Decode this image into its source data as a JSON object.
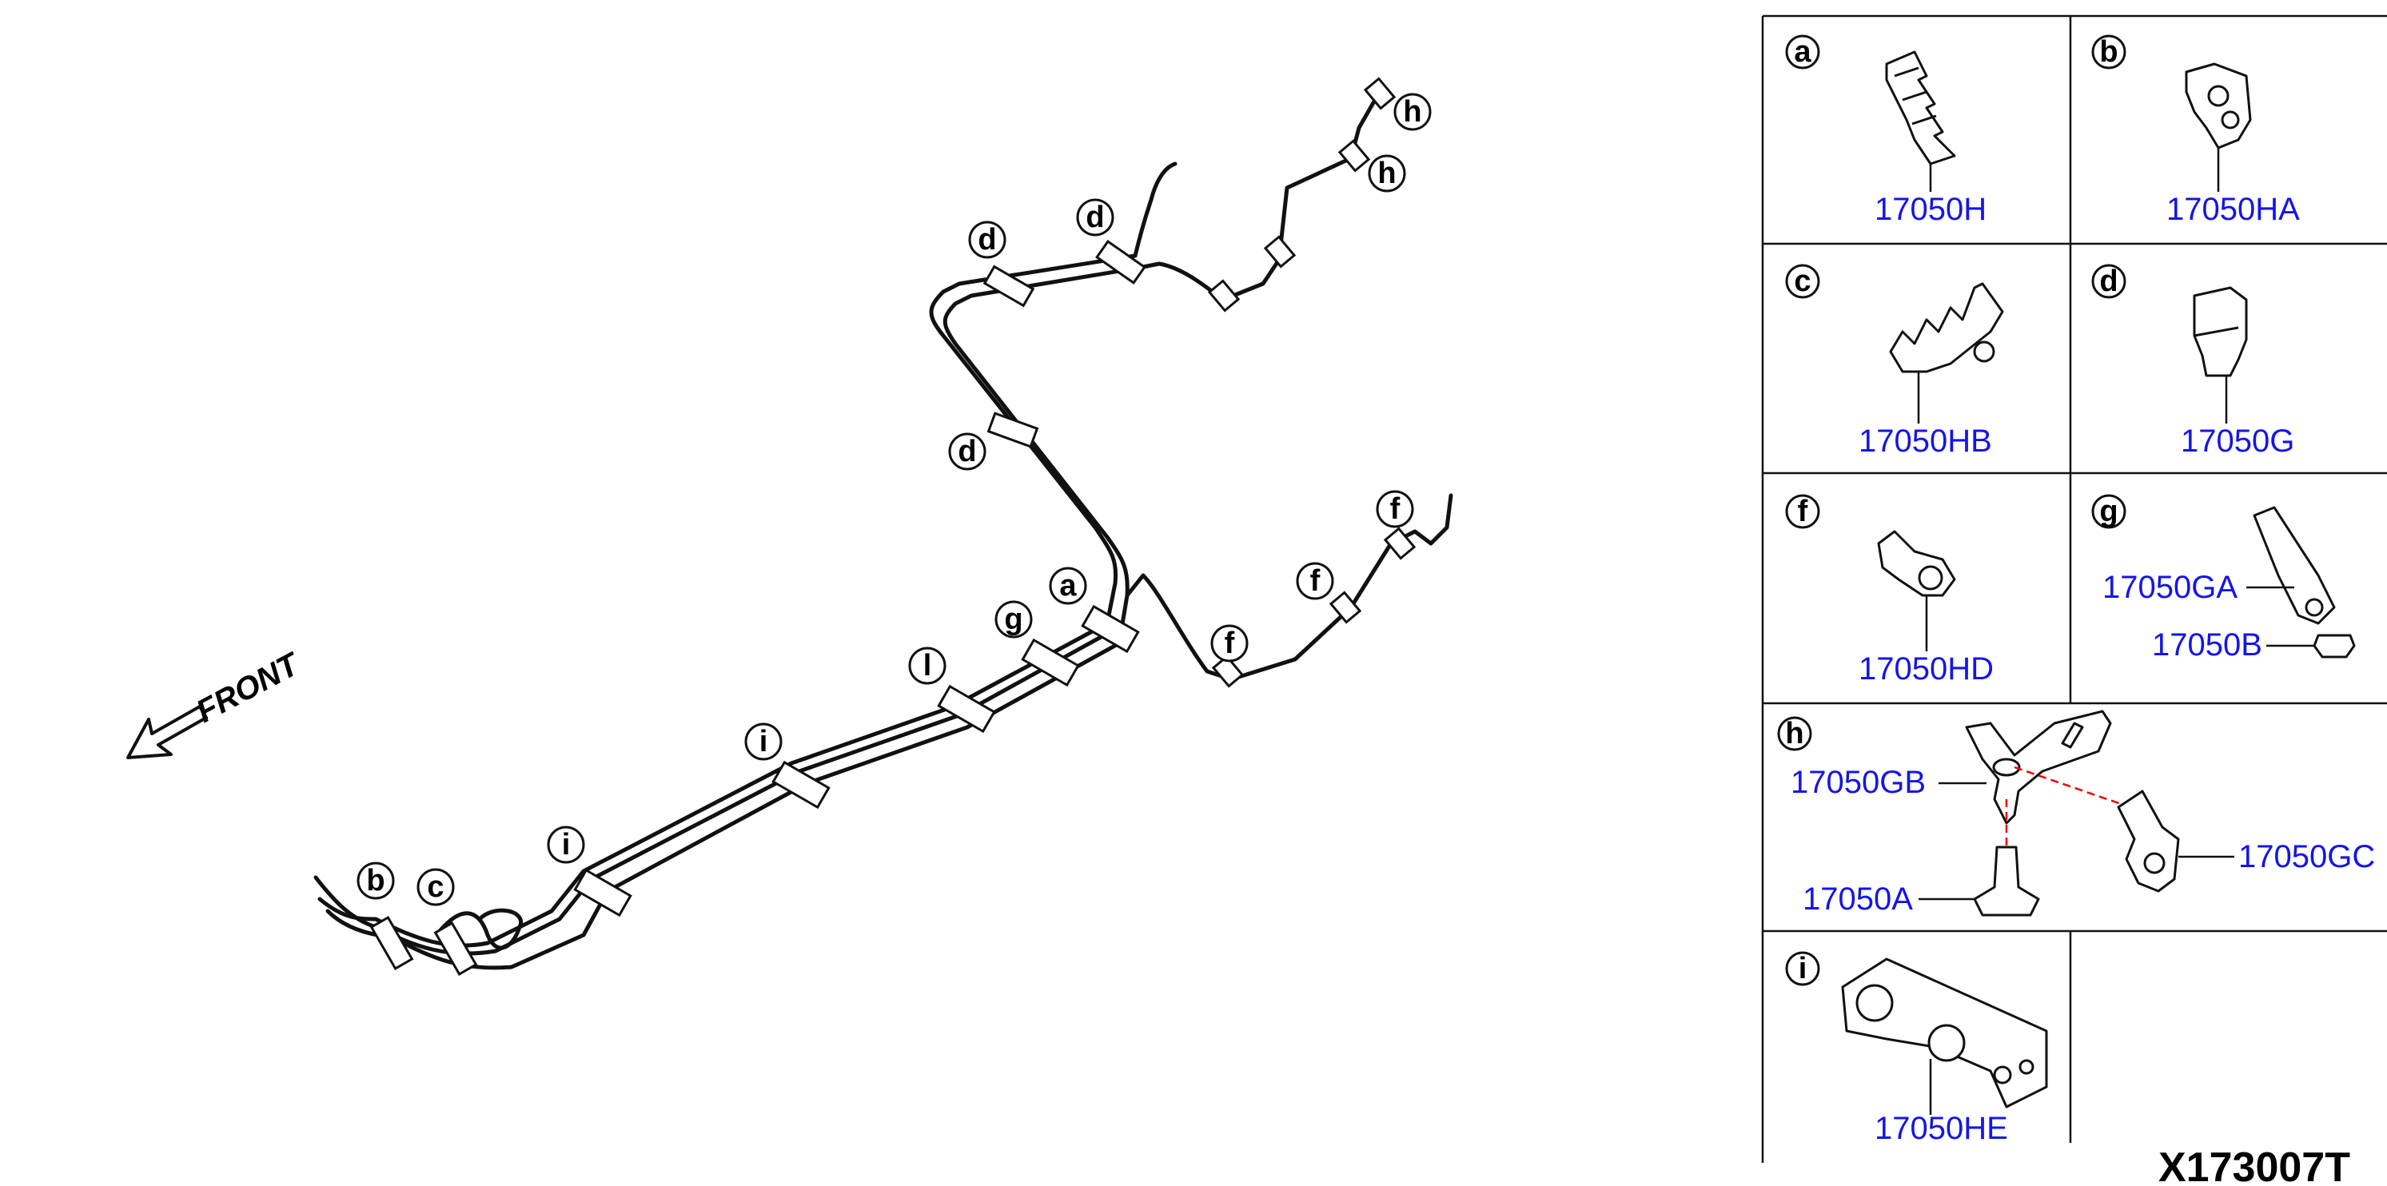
{
  "diagram": {
    "front_label": "FRONT",
    "diagram_code": "X173007T",
    "callouts": {
      "a": "a",
      "b": "b",
      "c": "c",
      "d": "d",
      "f": "f",
      "g": "g",
      "h": "h",
      "i": "i",
      "l": "l"
    },
    "parts": {
      "a": [
        "17050H"
      ],
      "b": [
        "17050HA"
      ],
      "c": [
        "17050HB"
      ],
      "d": [
        "17050G"
      ],
      "f": [
        "17050HD"
      ],
      "g": [
        "17050GA",
        "17050B"
      ],
      "h": [
        "17050GB",
        "17050GC",
        "17050A"
      ],
      "i": [
        "17050HE"
      ]
    }
  }
}
